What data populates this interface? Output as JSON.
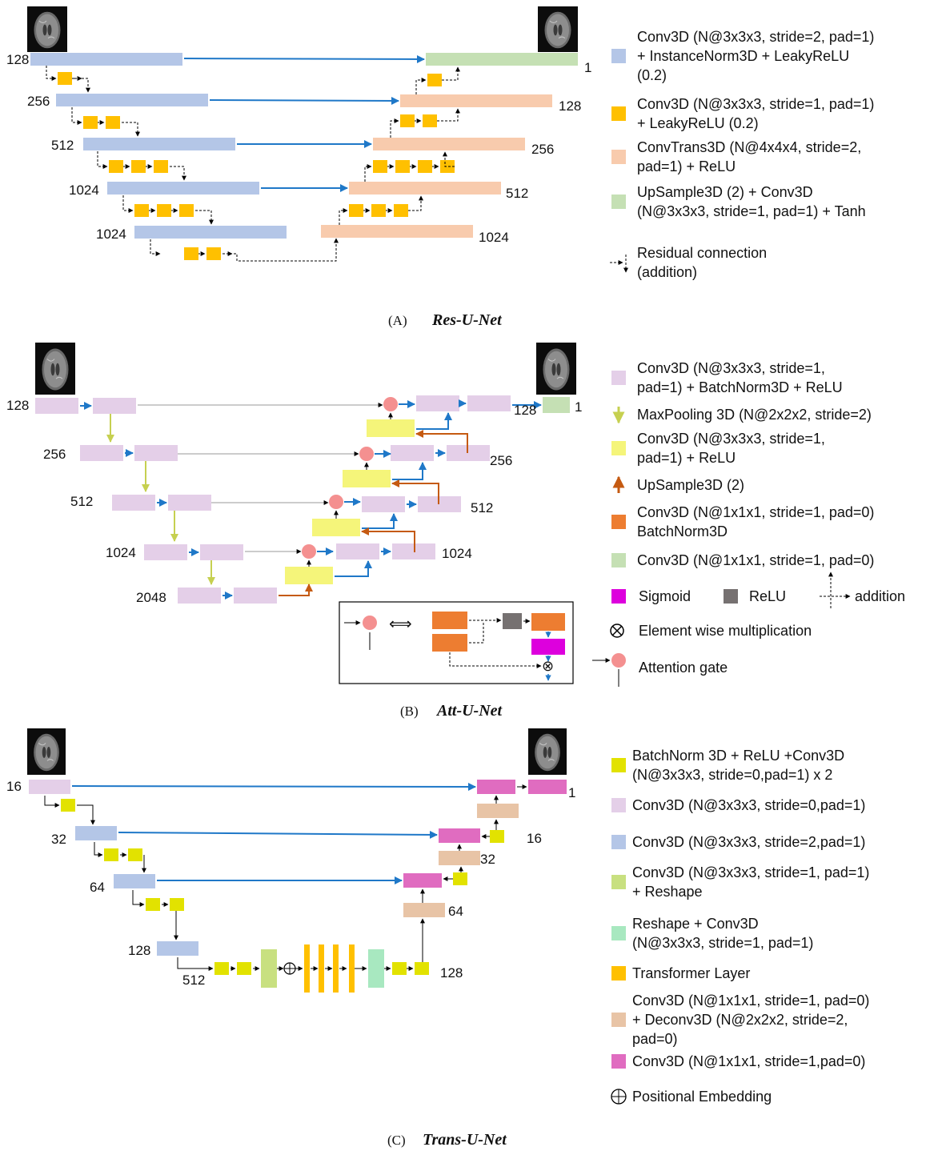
{
  "colors": {
    "blue_block": "#b4c6e7",
    "yellow_block": "#ffc000",
    "peach_block": "#f8cbad",
    "green_block": "#c5e0b4",
    "lilac_block": "#e4cfe8",
    "pale_yellow_block": "#f5f57a",
    "orange_block": "#ed7d31",
    "salmon_circle": "#f49090",
    "magenta_block": "#dd00dd",
    "gray_block": "#767171",
    "lime_block": "#e2e200",
    "pink_block": "#e06cc0",
    "tan_block": "#e8c4a6",
    "mint_block": "#a8e8c0",
    "yellowgreen_block": "#c8e080",
    "arrow_blue": "#1f78c8",
    "arrow_brown": "#c55a11"
  },
  "panels": {
    "res": {
      "caption_prefix": "(A)",
      "caption_name": "Res-U-Net",
      "encoder_labels": [
        "128",
        "256",
        "512",
        "1024",
        "1024"
      ],
      "decoder_labels": [
        "1",
        "128",
        "256",
        "512",
        "1024"
      ],
      "legend": [
        {
          "icon": "blue",
          "lines": [
            "Conv3D (N@3x3x3, stride=2, pad=1)",
            "+ InstanceNorm3D + LeakyReLU",
            "(0.2)"
          ]
        },
        {
          "icon": "yellow",
          "lines": [
            "Conv3D (N@3x3x3, stride=1, pad=1)",
            "+ LeakyReLU (0.2)"
          ]
        },
        {
          "icon": "peach",
          "lines": [
            "ConvTrans3D (N@4x4x4, stride=2,",
            "pad=1) + ReLU"
          ]
        },
        {
          "icon": "green",
          "lines": [
            "UpSample3D (2) + Conv3D",
            "(N@3x3x3, stride=1, pad=1) + Tanh"
          ]
        },
        {
          "icon": "residual",
          "lines": [
            "Residual connection",
            "(addition)"
          ]
        }
      ]
    },
    "att": {
      "caption_prefix": "(B)",
      "caption_name": "Att-U-Net",
      "encoder_labels": [
        "128",
        "256",
        "512",
        "1024",
        "2048"
      ],
      "decoder_labels": [
        "128",
        "256",
        "512",
        "1024"
      ],
      "output_label": "1",
      "legend": [
        {
          "icon": "lilac",
          "lines": [
            "Conv3D (N@3x3x3, stride=1,",
            "pad=1) +  BatchNorm3D + ReLU"
          ]
        },
        {
          "icon": "maxpool",
          "lines": [
            "MaxPooling 3D (N@2x2x2, stride=2)"
          ]
        },
        {
          "icon": "paleyellow",
          "lines": [
            "Conv3D (N@3x3x3, stride=1,",
            "pad=1) + ReLU"
          ]
        },
        {
          "icon": "upsample",
          "lines": [
            "UpSample3D (2)"
          ]
        },
        {
          "icon": "orange",
          "lines": [
            "Conv3D (N@1x1x1, stride=1, pad=0)",
            "BatchNorm3D"
          ]
        },
        {
          "icon": "green",
          "lines": [
            "Conv3D (N@1x1x1, stride=1, pad=0)"
          ]
        }
      ],
      "legend_row": {
        "sigmoid": "Sigmoid",
        "relu": "ReLU",
        "addition": "addition"
      },
      "legend_mult": "Element wise multiplication",
      "legend_gate": "Attention gate",
      "equiv_symbol": "⟺",
      "mult_symbol": "⊗"
    },
    "trans": {
      "caption_prefix": "(C)",
      "caption_name": "Trans-U-Net",
      "encoder_labels": [
        "16",
        "32",
        "64",
        "128",
        "512"
      ],
      "decoder_labels": [
        "1",
        "16",
        "32",
        "64",
        "128"
      ],
      "plus_symbol": "⊕",
      "legend": [
        {
          "icon": "lime",
          "lines": [
            "BatchNorm 3D + ReLU +Conv3D",
            "(N@3x3x3, stride=0,pad=1) x 2"
          ]
        },
        {
          "icon": "lilac",
          "lines": [
            "Conv3D (N@3x3x3, stride=0,pad=1)"
          ]
        },
        {
          "icon": "blue",
          "lines": [
            "Conv3D (N@3x3x3, stride=2,pad=1)"
          ]
        },
        {
          "icon": "yellowgreen",
          "lines": [
            "Conv3D (N@3x3x3, stride=1, pad=1)",
            "+ Reshape"
          ]
        },
        {
          "icon": "mint",
          "lines": [
            "Reshape + Conv3D",
            "(N@3x3x3, stride=1, pad=1)"
          ]
        },
        {
          "icon": "yellow",
          "lines": [
            "Transformer Layer"
          ]
        },
        {
          "icon": "tan",
          "lines": [
            "Conv3D (N@1x1x1, stride=1, pad=0)",
            "+ Deconv3D (N@2x2x2, stride=2,",
            "pad=0)"
          ]
        },
        {
          "icon": "pink",
          "lines": [
            "Conv3D (N@1x1x1, stride=1,pad=0)"
          ]
        },
        {
          "icon": "posemb",
          "lines": [
            "Positional Embedding"
          ]
        }
      ]
    }
  }
}
